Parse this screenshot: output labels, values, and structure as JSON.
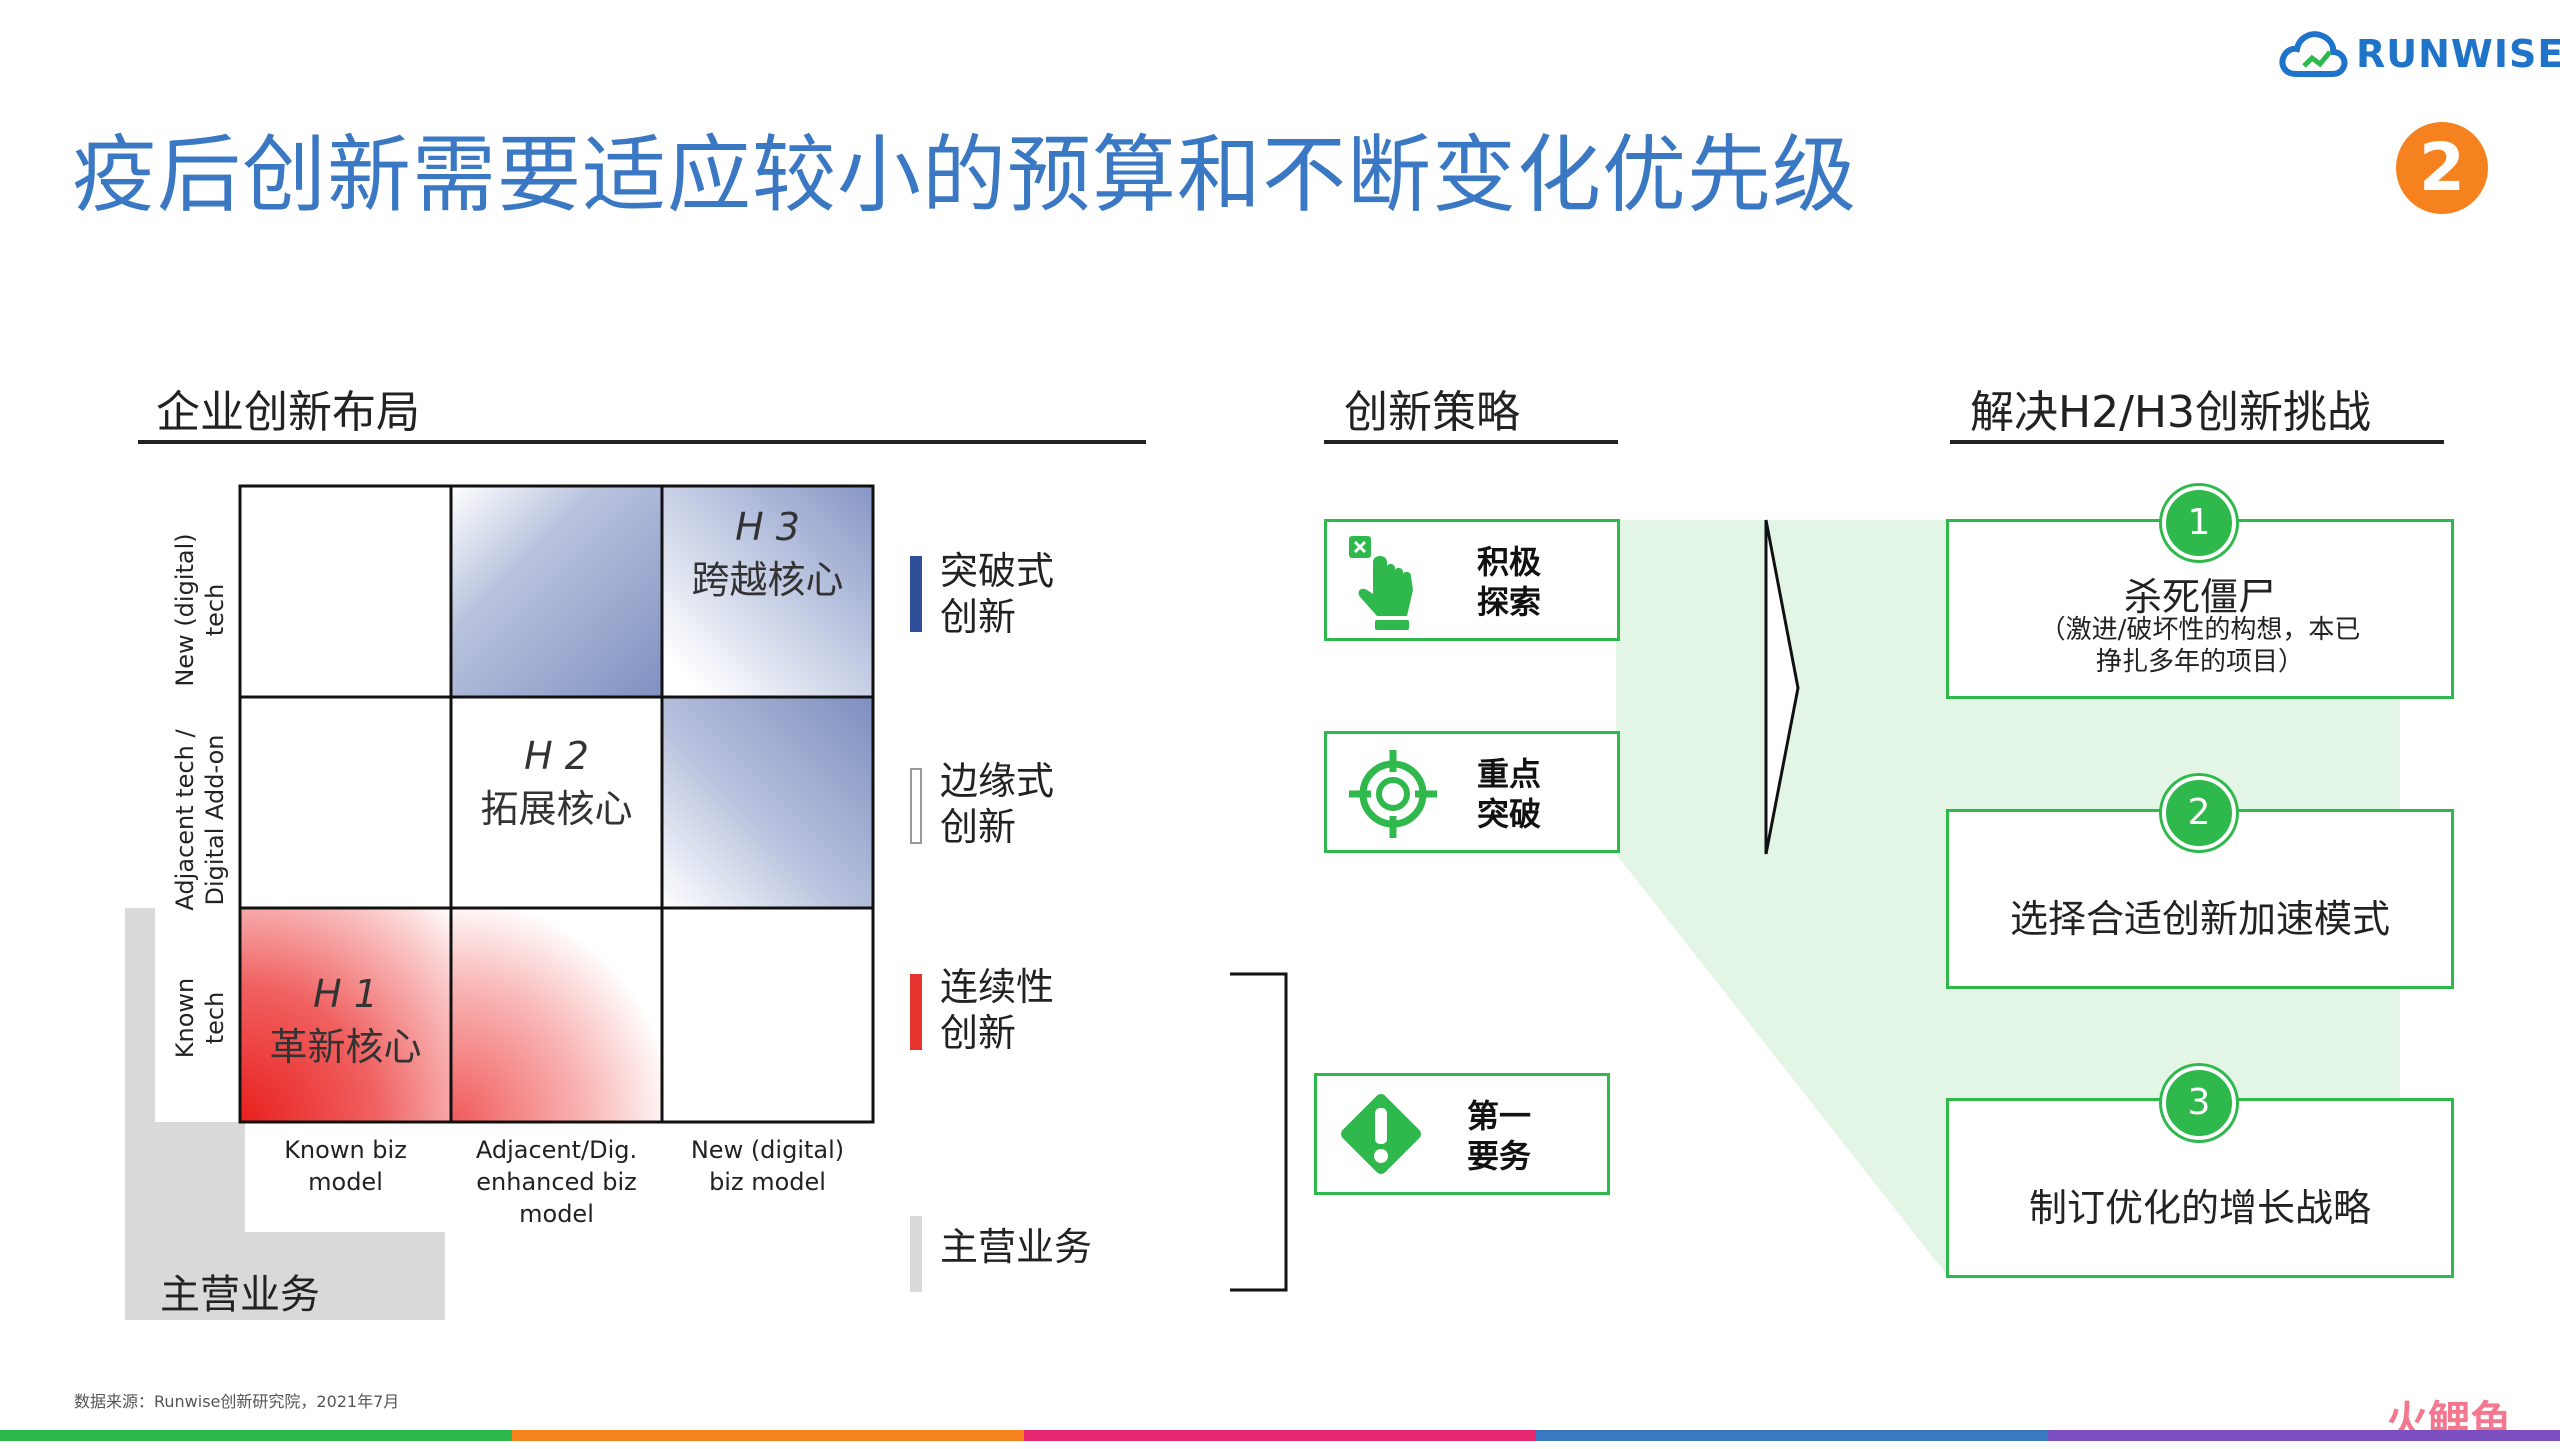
{
  "header": {
    "title": "疫后创新需要适应较小的预算和不断变化优先级",
    "logo_text": "RUNWISE",
    "badge": "2"
  },
  "sections": {
    "layout": "企业创新布局",
    "strategy": "创新策略",
    "challenge": "解决H2/H3创新挑战"
  },
  "matrix": {
    "row_labels": [
      "New (digital)\ntech",
      "Adjacent tech /\nDigital Add-on",
      "Known\ntech"
    ],
    "col_labels": [
      "Known biz\nmodel",
      "Adjacent/Dig.\nenhanced biz\nmodel",
      "New (digital)\nbiz model"
    ],
    "h1": {
      "tag": "H 1",
      "name": "革新核心"
    },
    "h2": {
      "tag": "H 2",
      "name": "拓展核心"
    },
    "h3": {
      "tag": "H 3",
      "name": "跨越核心"
    },
    "core_label": "主营业务"
  },
  "legend": [
    {
      "text": "突破式\n创新",
      "color": "#2f4f99"
    },
    {
      "text": "边缘式\n创新",
      "color": "#ffffff"
    },
    {
      "text": "连续性\n创新",
      "color": "#e8342f"
    },
    {
      "text": "主营业务",
      "color": "#d9d9d9"
    }
  ],
  "strategies": [
    {
      "label": "积极\n探索",
      "icon": "hand-click-icon"
    },
    {
      "label": "重点\n突破",
      "icon": "target-icon"
    },
    {
      "label": "第一\n要务",
      "icon": "warning-diamond-icon"
    }
  ],
  "challenges": [
    {
      "num": "1",
      "title": "杀死僵尸",
      "sub": "（激进/破坏性的构想，本已\n挣扎多年的项目）"
    },
    {
      "num": "2",
      "title": "选择合适创新加速模式",
      "sub": ""
    },
    {
      "num": "3",
      "title": "制订优化的增长战略",
      "sub": ""
    }
  ],
  "footer": {
    "source": "数据来源：Runwise创新研究院，2021年7月",
    "watermark": "火鲤鱼"
  },
  "colors": {
    "title": "#3a78c4",
    "accent_green": "#2fb84b",
    "light_green": "#e3f6e6",
    "badge": "#f5811f",
    "blue": "#2f4f99",
    "red": "#e8342f",
    "gray": "#d9d9d9",
    "bottom_bar": [
      "#2fb84b",
      "#f5811f",
      "#e6266e",
      "#3a78c4",
      "#7b4fbf"
    ]
  }
}
